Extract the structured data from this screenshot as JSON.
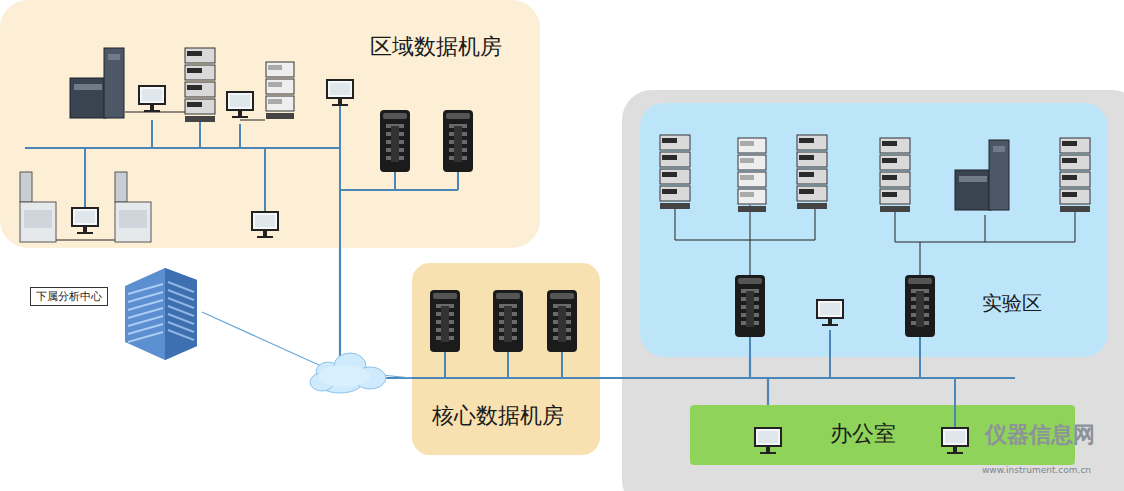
{
  "diagram": {
    "nodes": [
      {
        "text": [
          "区域数据机房"
        ]
      },
      {
        "text": [
          "下属分析中心"
        ]
      },
      {
        "text": [
          "核心数据机房"
        ]
      },
      {
        "text": [
          "实验区"
        ]
      },
      {
        "text": [
          "办公室"
        ]
      }
    ],
    "edges": [
      {
        "from": 0,
        "to": 2,
        "arrow": "none"
      },
      {
        "from": 1,
        "to": 2,
        "arrow": "none"
      },
      {
        "from": 2,
        "to": 3,
        "arrow": "none"
      },
      {
        "from": 2,
        "to": 4,
        "arrow": "none"
      }
    ],
    "labels": [
      "仪器信息网",
      "www.instrument.com.cn"
    ]
  }
}
